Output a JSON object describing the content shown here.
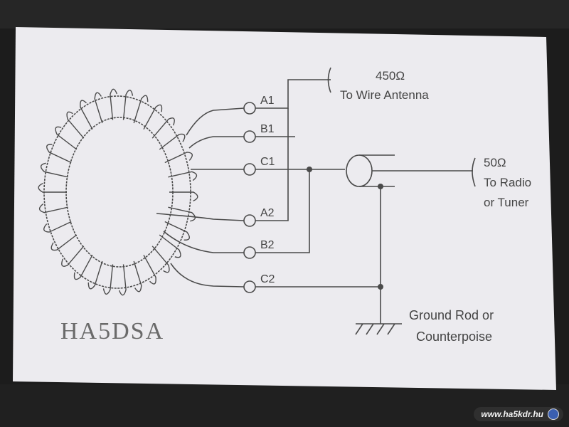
{
  "diagram": {
    "terminals": [
      "A1",
      "B1",
      "C1",
      "A2",
      "B2",
      "C2"
    ],
    "antenna_impedance": "450Ω",
    "antenna_label": "To Wire Antenna",
    "radio_impedance": "50Ω",
    "radio_label_1": "To Radio",
    "radio_label_2": "or Tuner",
    "ground_label_1": "Ground Rod or",
    "ground_label_2": "Counterpoise",
    "callsign": "HA5DSA"
  },
  "watermark": {
    "text": "www.ha5kdr.hu"
  },
  "colors": {
    "background": "#1a1a1a",
    "paper": "#ecebef",
    "ink": "#4a4a4a"
  }
}
